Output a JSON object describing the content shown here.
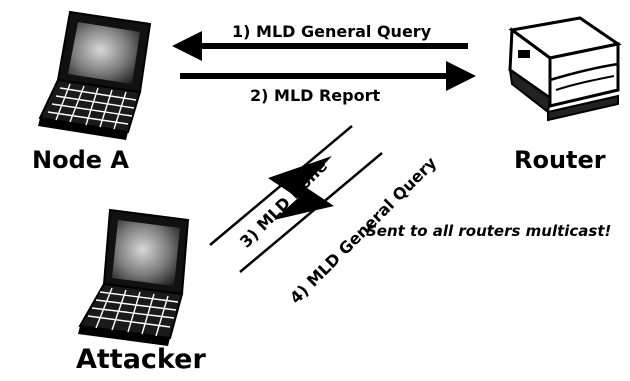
{
  "nodes": {
    "node_a": {
      "label": "Node A",
      "icon": "laptop-icon"
    },
    "router": {
      "label": "Router",
      "icon": "router-icon"
    },
    "attacker": {
      "label": "Attacker",
      "icon": "laptop-icon"
    }
  },
  "messages": [
    {
      "label": "1) MLD General Query",
      "direction": "router-to-node-a"
    },
    {
      "label": "2) MLD Report",
      "direction": "node-a-to-router"
    },
    {
      "label": "3) MLD Done",
      "direction": "attacker-broadcast"
    },
    {
      "label": "4) MLD General Query",
      "direction": "attacker-broadcast"
    }
  ],
  "note": "Sent to all routers multicast!",
  "colors": {
    "ink": "#000000",
    "screen": "#6f6f6f",
    "background": "#ffffff"
  }
}
